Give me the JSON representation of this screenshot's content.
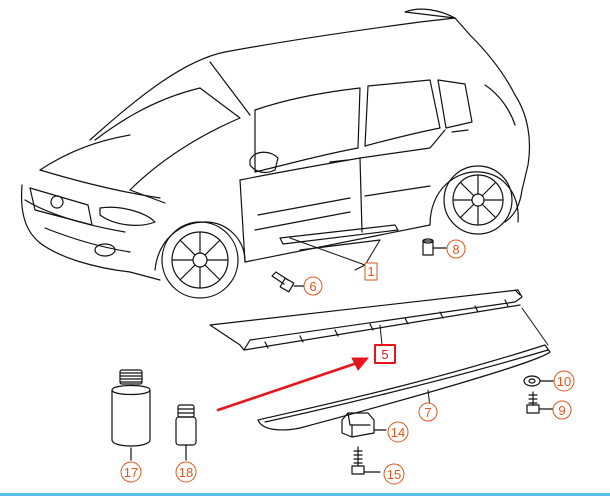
{
  "diagram": {
    "callouts": [
      {
        "id": "callout-1",
        "label": "1"
      },
      {
        "id": "callout-5",
        "label": "5"
      },
      {
        "id": "callout-6",
        "label": "6"
      },
      {
        "id": "callout-7",
        "label": "7"
      },
      {
        "id": "callout-8",
        "label": "8"
      },
      {
        "id": "callout-9",
        "label": "9"
      },
      {
        "id": "callout-10",
        "label": "10"
      },
      {
        "id": "callout-14",
        "label": "14"
      },
      {
        "id": "callout-15",
        "label": "15"
      },
      {
        "id": "callout-17",
        "label": "17"
      },
      {
        "id": "callout-18",
        "label": "18"
      }
    ],
    "colors": {
      "line": "#111111",
      "callout": "#e0561c",
      "highlight": "#e8141c",
      "accent_rule": "#5bc0e8"
    }
  }
}
